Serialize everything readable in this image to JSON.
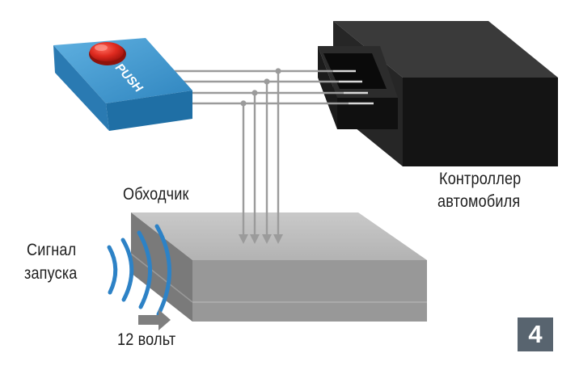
{
  "labels": {
    "bypass": "Обходчик",
    "controller_line1": "Контроллер",
    "controller_line2": "автомобиля",
    "signal_line1": "Сигнал",
    "signal_line2": "запуска",
    "voltage": "12 вольт",
    "button_text": "PUSH",
    "figure_number": "4"
  },
  "colors": {
    "button_blue": "#3d8fc3",
    "button_red": "#d8231c",
    "controller_black": "#1f1f1f",
    "bypass_gray": "#b9b9b9",
    "wire_gray": "#9b9b9b",
    "signal_blue": "#2d82c6",
    "badge": "#58646f"
  },
  "icons": [
    "push-button-icon",
    "controller-box-icon",
    "bypass-module-icon",
    "signal-waves-icon",
    "arrow-right-icon"
  ]
}
